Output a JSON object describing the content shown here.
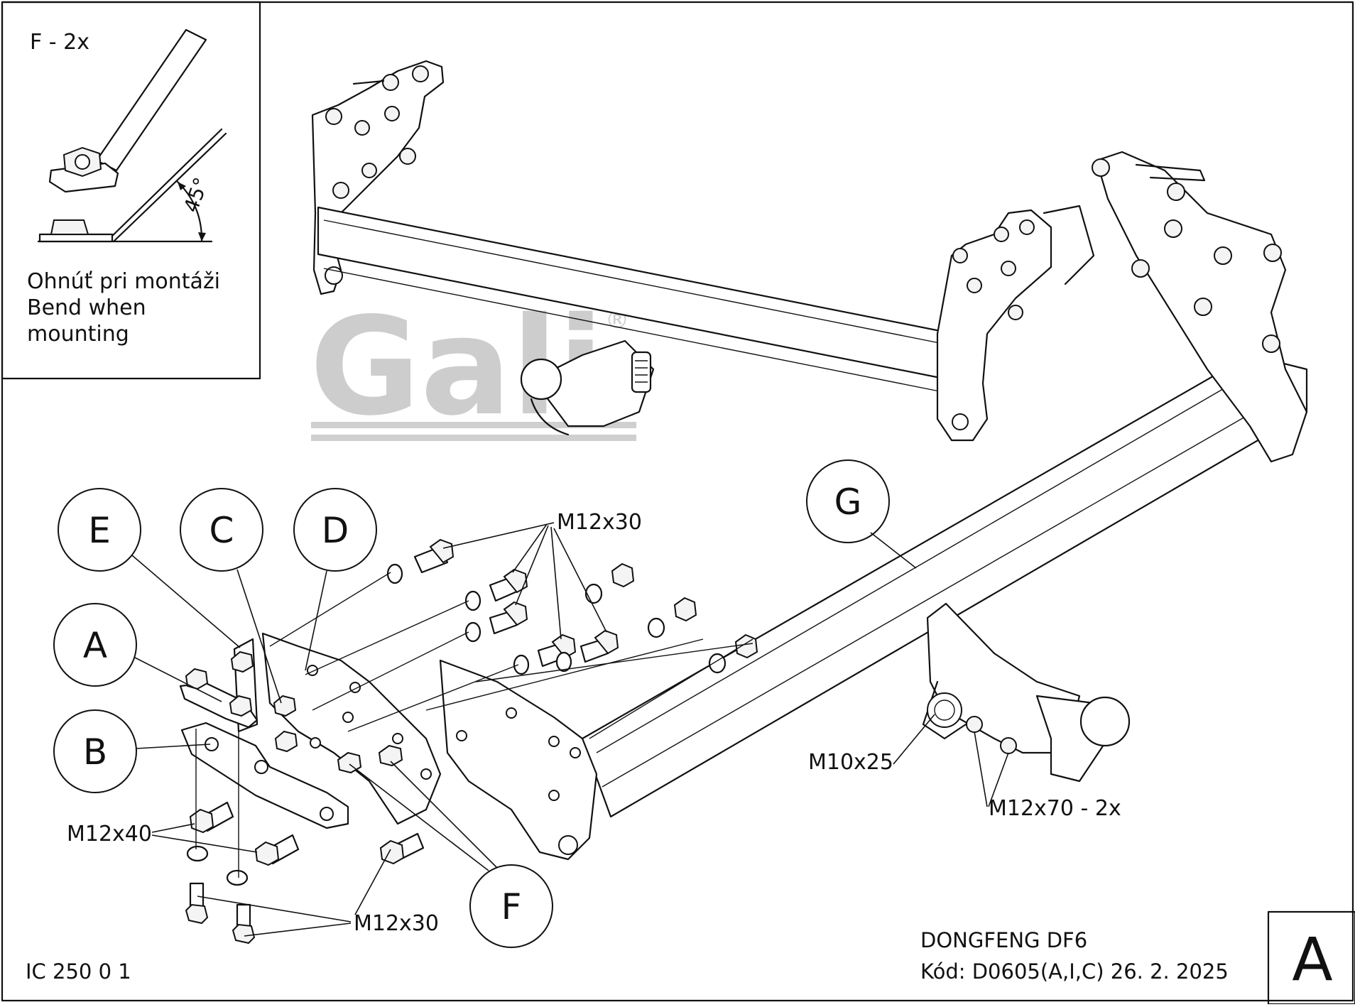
{
  "inset": {
    "part_label": "F - 2x",
    "angle_label": "45°",
    "note_lines": [
      "Ohnúť pri montáži",
      "Bend when",
      "mounting"
    ]
  },
  "watermark": {
    "text": "Gali",
    "registered": "®"
  },
  "callouts": {
    "A": "A",
    "B": "B",
    "C": "C",
    "D": "D",
    "E": "E",
    "F": "F",
    "G": "G"
  },
  "bolt_labels": {
    "m12x30_top": "M12x30",
    "m12x30_bottom": "M12x30",
    "m12x40": "M12x40",
    "m10x25": "M10x25",
    "m12x70": "M12x70 - 2x"
  },
  "title_block": {
    "model": "DONGFENG DF6",
    "code_line": "Kód: D0605(A,I,C)  26. 2. 2025",
    "drawing_number": "IC 250 0 1",
    "variant_letter": "A"
  }
}
